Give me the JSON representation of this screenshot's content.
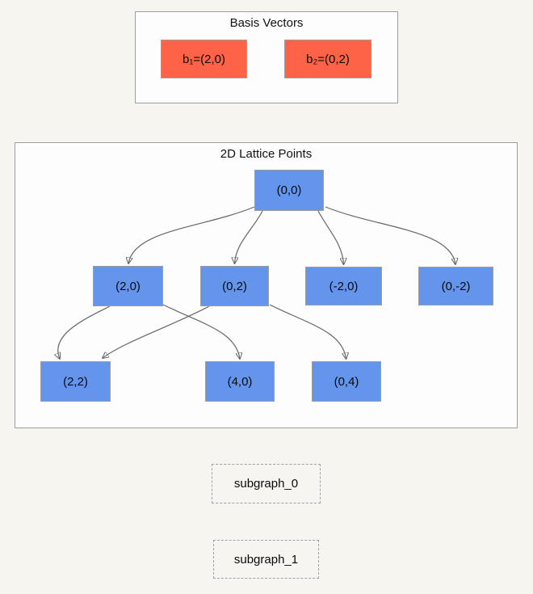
{
  "diagram": {
    "background_color": "#f7f5f0",
    "type": "graph"
  },
  "basis_group": {
    "title": "Basis Vectors",
    "node_fill": "#ff6347",
    "nodes": [
      {
        "label": "b₁=(2,0)"
      },
      {
        "label": "b₂=(0,2)"
      }
    ]
  },
  "lattice_group": {
    "title": "2D Lattice Points",
    "node_fill": "#6495ed",
    "nodes": [
      {
        "label": "(0,0)"
      },
      {
        "label": "(2,0)"
      },
      {
        "label": "(0,2)"
      },
      {
        "label": "(-2,0)"
      },
      {
        "label": "(0,-2)"
      },
      {
        "label": "(2,2)"
      },
      {
        "label": "(4,0)"
      },
      {
        "label": "(0,4)"
      }
    ],
    "edges": [
      {
        "from": "(0,0)",
        "to": "(2,0)"
      },
      {
        "from": "(0,0)",
        "to": "(0,2)"
      },
      {
        "from": "(0,0)",
        "to": "(-2,0)"
      },
      {
        "from": "(0,0)",
        "to": "(0,-2)"
      },
      {
        "from": "(2,0)",
        "to": "(2,2)"
      },
      {
        "from": "(0,2)",
        "to": "(2,2)"
      },
      {
        "from": "(2,0)",
        "to": "(4,0)"
      },
      {
        "from": "(0,2)",
        "to": "(0,4)"
      }
    ]
  },
  "floating_subgraphs": [
    {
      "label": "subgraph_0"
    },
    {
      "label": "subgraph_1"
    }
  ],
  "colors": {
    "edge": "#666666",
    "arrowhead": "#555555",
    "node_border": "#9e9e9e",
    "container_fill": "#fdfdfd",
    "container_border": "#9e9e9e",
    "background": "#f7f5f0"
  }
}
